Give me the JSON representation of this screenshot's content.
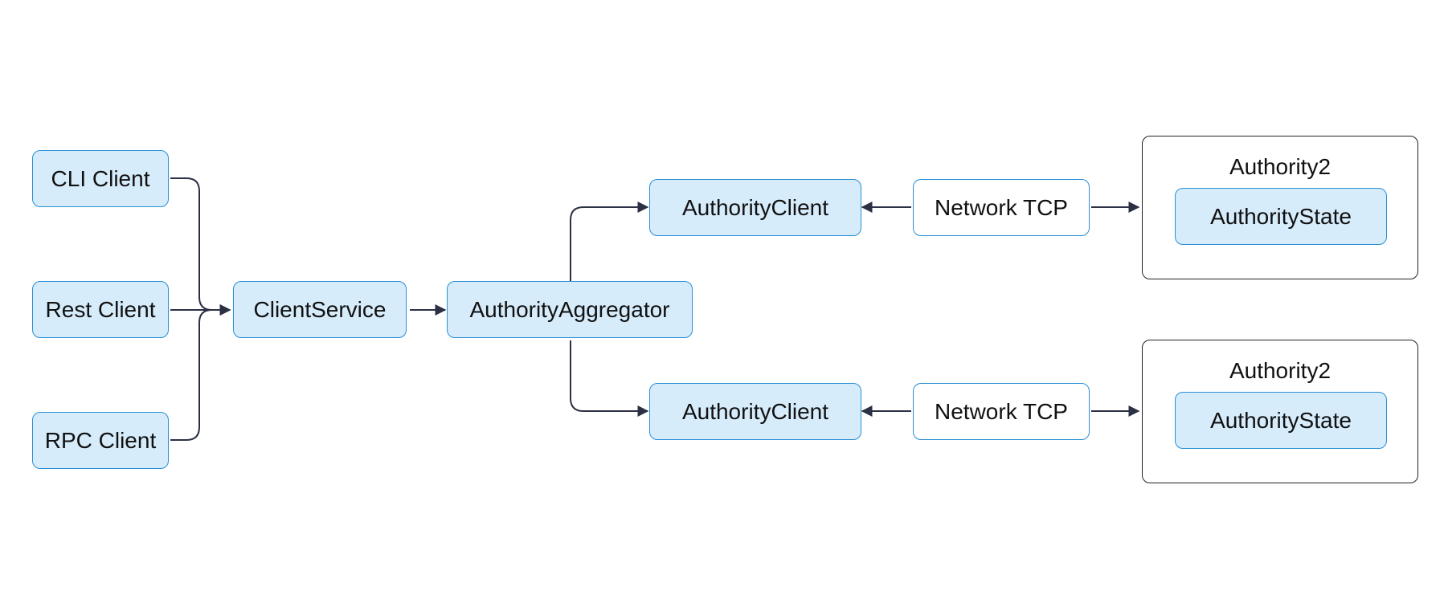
{
  "colors": {
    "node_fill": "#d6ecfb",
    "node_border": "#2a8fd6",
    "group_border": "#222222",
    "edge": "#2b3045"
  },
  "clients": {
    "cli": "CLI Client",
    "rest": "Rest Client",
    "rpc": "RPC Client"
  },
  "client_service": "ClientService",
  "authority_aggregator": "AuthorityAggregator",
  "top": {
    "authority_client": "AuthorityClient",
    "network": "Network TCP",
    "authority_title": "Authority2",
    "authority_state": "AuthorityState"
  },
  "bottom": {
    "authority_client": "AuthorityClient",
    "network": "Network TCP",
    "authority_title": "Authority2",
    "authority_state": "AuthorityState"
  }
}
